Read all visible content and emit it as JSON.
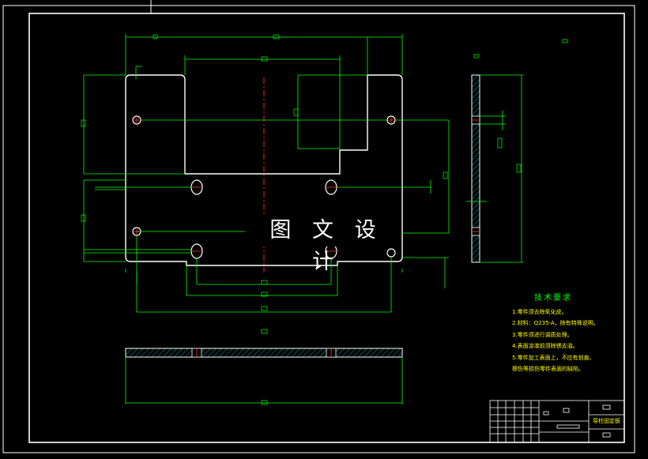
{
  "watermark": "图 文 设 计",
  "tech_requirements": {
    "title": "技术要求",
    "items": [
      "1.零件须去除氧化皮。",
      "2.材料：Q235-A，除有特殊说明。",
      "3.零件须进行调质处理。",
      "4.表面涂漆前须除锈去油。",
      "5.零件加工表面上，不应有划痕、",
      "擦伤等损伤零件表面的缺陷。"
    ]
  },
  "title_block": {
    "part_name": "导柱固定板"
  },
  "colors": {
    "background": "#000000",
    "frame": "#ffffff",
    "dimension": "#00ff00",
    "centerline": "#ff0000",
    "hatch": "#00cccc",
    "note_text": "#ffff00"
  }
}
